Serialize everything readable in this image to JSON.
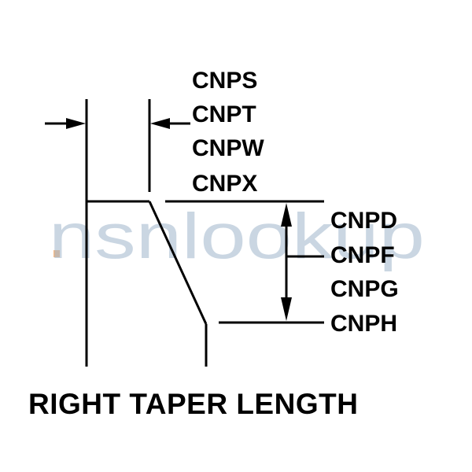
{
  "watermark": {
    "text": "nsnlookup",
    "dot_color": "#f2a766",
    "text_color": "#9fb6cc"
  },
  "labels_top": [
    "CNPS",
    "CNPT",
    "CNPW",
    "CNPX"
  ],
  "labels_right": [
    "CNPD",
    "CNPF",
    "CNPG",
    "CNPH"
  ],
  "caption": "RIGHT TAPER LENGTH"
}
